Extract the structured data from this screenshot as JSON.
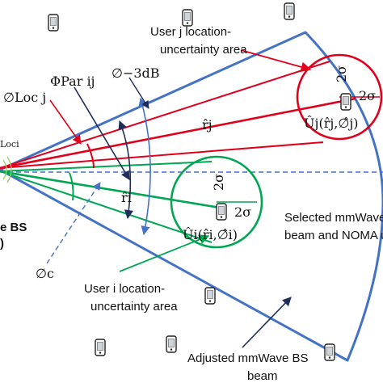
{
  "labels": {
    "user_j_area_line1": "User j location-",
    "user_j_area_line2": "uncertainty area",
    "user_i_area_line1": "User i location-",
    "user_i_area_line2": "uncertainty area",
    "phi_loc_j": "∅Loc j",
    "phi_par_ij": "ΦPar ij",
    "phi_3db": "∅−3dB",
    "phi_loc_i": "Loci",
    "phi_c": "∅c",
    "r_hat_j": "r̂j",
    "r_hat_i": "r̂i",
    "two_sigma_j": "2σ",
    "two_sigma_i": "2σ",
    "sigma_label_j": "2σ",
    "sigma_label_i": "2σ",
    "u_j": "Ûj(r̂j,∅̂j)",
    "u_i": "Ûi(r̂i,∅̂i)",
    "selected_beam_line1": "Selected mmWave",
    "selected_beam_line2": "beam and NOMA u",
    "adjusted_beam_line1": "Adjusted mmWave BS",
    "adjusted_beam_line2": "beam",
    "bs_line1": "e BS",
    "bs_line2": ")"
  },
  "colors": {
    "beam_outline": "#4472c4",
    "user_j": "#e0001b",
    "user_i": "#00a651",
    "arrow_dark": "#1f2d5a",
    "dashed_axis": "#4472c4"
  },
  "icons": [
    "mobile-phone-icon"
  ]
}
